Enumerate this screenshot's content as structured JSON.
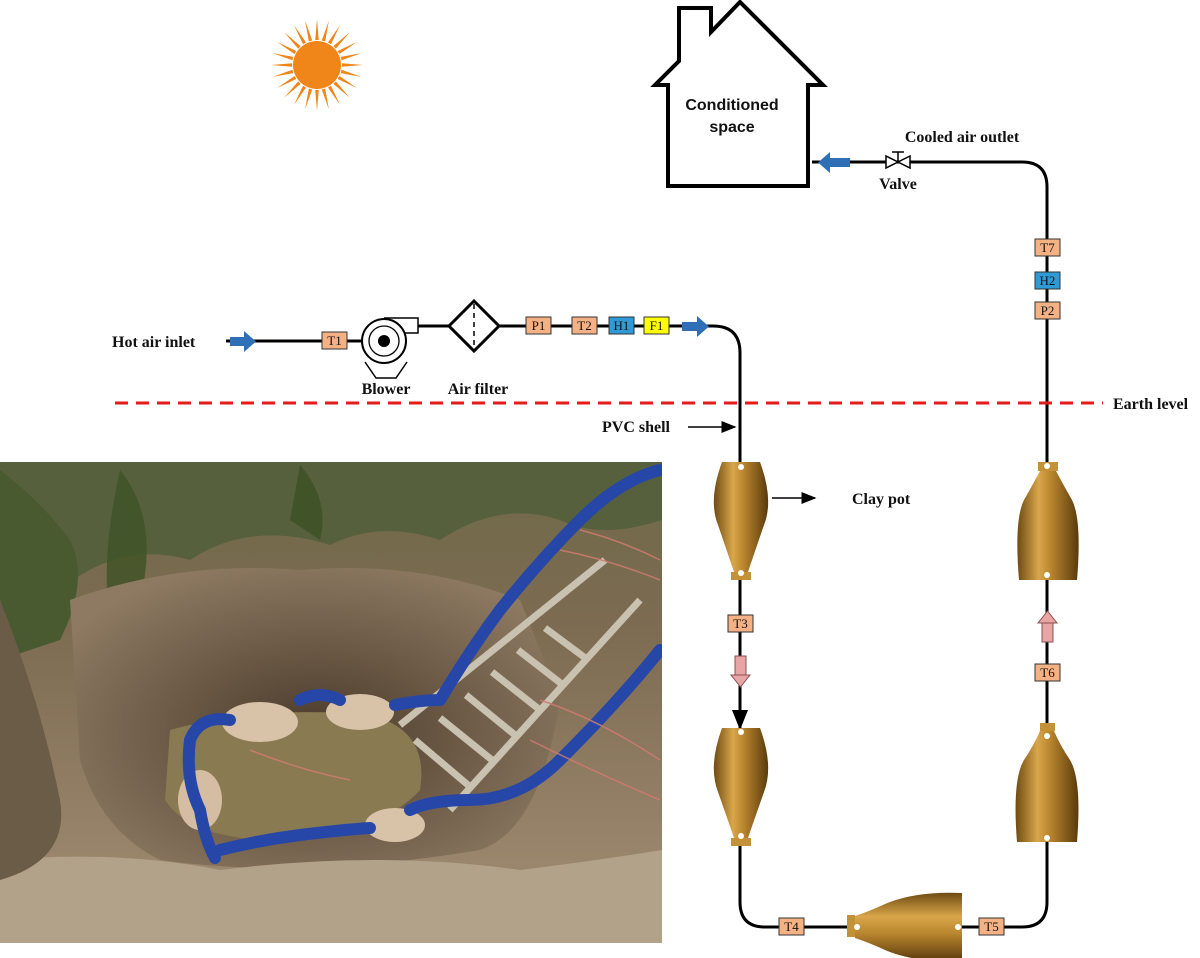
{
  "labels": {
    "conditioned_line1": "Conditioned",
    "conditioned_line2": "space",
    "cooled_air_outlet": "Cooled air outlet",
    "valve": "Valve",
    "hot_air_inlet": "Hot air inlet",
    "blower": "Blower",
    "air_filter": "Air filter",
    "earth_level": "Earth level",
    "pvc_shell": "PVC shell",
    "clay_pot": "Clay pot"
  },
  "sensors": {
    "t1": "T1",
    "p1": "P1",
    "t2": "T2",
    "h1": "H1",
    "f1": "F1",
    "t3": "T3",
    "t4": "T4",
    "t5": "T5",
    "t6": "T6",
    "t7": "T7",
    "h2": "H2",
    "p2": "P2"
  },
  "colors": {
    "temperature_tag": "#f4b183",
    "humidity_tag": "#2e9bd6",
    "flow_tag": "#ffff00",
    "earth_line": "#e31b1b",
    "air_arrow": "#2f6fb5",
    "flow_arrow": "#e8a5a5",
    "sun": "#f08519",
    "clay": "#a77a2a"
  }
}
